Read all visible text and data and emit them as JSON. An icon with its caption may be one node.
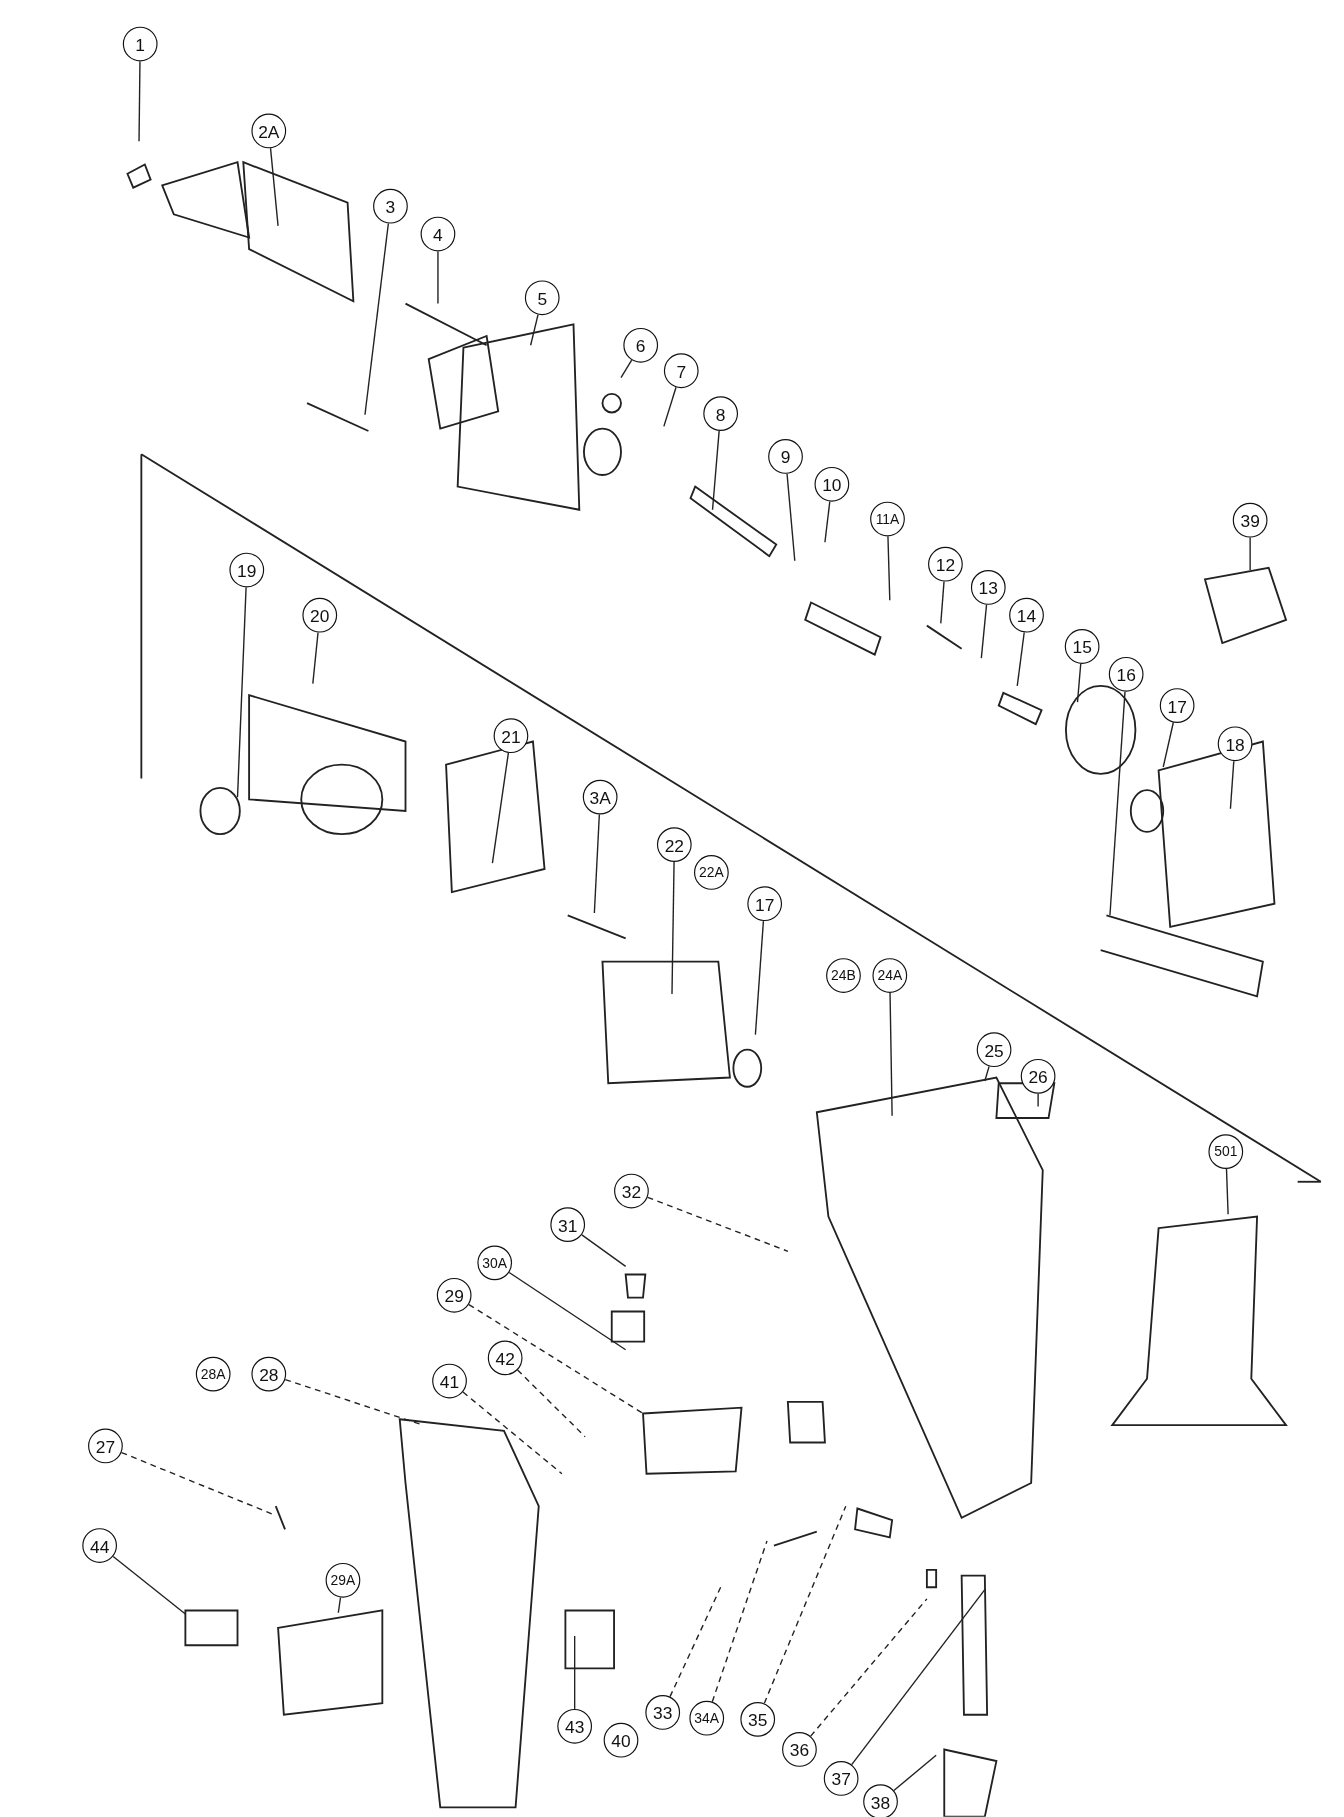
{
  "diagram": {
    "nodes": [
      {
        "text": [
          "1"
        ]
      },
      {
        "text": [
          "2A"
        ]
      },
      {
        "text": [
          "3"
        ]
      },
      {
        "text": [
          "4"
        ]
      },
      {
        "text": [
          "5"
        ]
      },
      {
        "text": [
          "6"
        ]
      },
      {
        "text": [
          "7"
        ]
      },
      {
        "text": [
          "8"
        ]
      },
      {
        "text": [
          "9"
        ]
      },
      {
        "text": [
          "10"
        ]
      },
      {
        "text": [
          "11A"
        ]
      },
      {
        "text": [
          "12"
        ]
      },
      {
        "text": [
          "13"
        ]
      },
      {
        "text": [
          "14"
        ]
      },
      {
        "text": [
          "39"
        ]
      },
      {
        "text": [
          "15"
        ]
      },
      {
        "text": [
          "16"
        ]
      },
      {
        "text": [
          "17"
        ]
      },
      {
        "text": [
          "18"
        ]
      },
      {
        "text": [
          "19"
        ]
      },
      {
        "text": [
          "20"
        ]
      },
      {
        "text": [
          "21"
        ]
      },
      {
        "text": [
          "3A"
        ]
      },
      {
        "text": [
          "22"
        ]
      },
      {
        "text": [
          "22A"
        ]
      },
      {
        "text": [
          "17"
        ]
      },
      {
        "text": [
          "24B"
        ]
      },
      {
        "text": [
          "24A"
        ]
      },
      {
        "text": [
          "25"
        ]
      },
      {
        "text": [
          "26"
        ]
      },
      {
        "text": [
          "501"
        ]
      },
      {
        "text": [
          "32"
        ]
      },
      {
        "text": [
          "31"
        ]
      },
      {
        "text": [
          "30A"
        ]
      },
      {
        "text": [
          "29"
        ]
      },
      {
        "text": [
          "42"
        ]
      },
      {
        "text": [
          "41"
        ]
      },
      {
        "text": [
          "28A"
        ]
      },
      {
        "text": [
          "28"
        ]
      },
      {
        "text": [
          "27"
        ]
      },
      {
        "text": [
          "44"
        ]
      },
      {
        "text": [
          "29A"
        ]
      },
      {
        "text": [
          "43"
        ]
      },
      {
        "text": [
          "40"
        ]
      },
      {
        "text": [
          "33"
        ]
      },
      {
        "text": [
          "34A"
        ]
      },
      {
        "text": [
          "35"
        ]
      },
      {
        "text": [
          "36"
        ]
      },
      {
        "text": [
          "37"
        ]
      },
      {
        "text": [
          "38"
        ]
      }
    ],
    "edges": [
      {
        "from": 0,
        "to": null,
        "arrow": "none"
      },
      {
        "from": 1,
        "to": null,
        "arrow": "none"
      },
      {
        "from": 2,
        "to": null,
        "arrow": "none"
      },
      {
        "from": 3,
        "to": null,
        "arrow": "none"
      },
      {
        "from": 4,
        "to": null,
        "arrow": "none"
      },
      {
        "from": 5,
        "to": null,
        "arrow": "none"
      },
      {
        "from": 6,
        "to": null,
        "arrow": "none"
      },
      {
        "from": 7,
        "to": null,
        "arrow": "none"
      },
      {
        "from": 8,
        "to": null,
        "arrow": "none"
      },
      {
        "from": 9,
        "to": null,
        "arrow": "none"
      },
      {
        "from": 10,
        "to": null,
        "arrow": "none"
      },
      {
        "from": 11,
        "to": null,
        "arrow": "none"
      },
      {
        "from": 12,
        "to": null,
        "arrow": "none"
      },
      {
        "from": 13,
        "to": null,
        "arrow": "none"
      },
      {
        "from": 14,
        "to": null,
        "arrow": "none"
      },
      {
        "from": 15,
        "to": null,
        "arrow": "none"
      },
      {
        "from": 16,
        "to": null,
        "arrow": "none"
      },
      {
        "from": 17,
        "to": null,
        "arrow": "none"
      },
      {
        "from": 18,
        "to": null,
        "arrow": "none"
      },
      {
        "from": 19,
        "to": null,
        "arrow": "none"
      },
      {
        "from": 20,
        "to": null,
        "arrow": "none"
      },
      {
        "from": 21,
        "to": null,
        "arrow": "none"
      },
      {
        "from": 22,
        "to": null,
        "arrow": "none"
      },
      {
        "from": 23,
        "to": null,
        "arrow": "none"
      },
      {
        "from": 25,
        "to": null,
        "arrow": "none"
      },
      {
        "from": 27,
        "to": null,
        "arrow": "none"
      },
      {
        "from": 28,
        "to": null,
        "arrow": "none"
      },
      {
        "from": 29,
        "to": null,
        "arrow": "none"
      },
      {
        "from": 30,
        "to": null,
        "arrow": "none"
      },
      {
        "from": 31,
        "to": null,
        "arrow": "none",
        "style": "dashed"
      },
      {
        "from": 32,
        "to": null,
        "arrow": "none"
      },
      {
        "from": 33,
        "to": null,
        "arrow": "none"
      },
      {
        "from": 34,
        "to": null,
        "arrow": "none",
        "style": "dashed"
      },
      {
        "from": 35,
        "to": null,
        "arrow": "none",
        "style": "dashed"
      },
      {
        "from": 36,
        "to": null,
        "arrow": "none",
        "style": "dashed"
      },
      {
        "from": 38,
        "to": null,
        "arrow": "none",
        "style": "dashed"
      },
      {
        "from": 39,
        "to": null,
        "arrow": "none",
        "style": "dashed"
      },
      {
        "from": 40,
        "to": null,
        "arrow": "none"
      },
      {
        "from": 41,
        "to": null,
        "arrow": "none"
      },
      {
        "from": 42,
        "to": null,
        "arrow": "none"
      },
      {
        "from": 44,
        "to": null,
        "arrow": "none",
        "style": "dashed"
      },
      {
        "from": 45,
        "to": null,
        "arrow": "none",
        "style": "dashed"
      },
      {
        "from": 46,
        "to": null,
        "arrow": "none",
        "style": "dashed"
      },
      {
        "from": 47,
        "to": null,
        "arrow": "none",
        "style": "dashed"
      },
      {
        "from": 48,
        "to": null,
        "arrow": "none"
      },
      {
        "from": 49,
        "to": null,
        "arrow": "none"
      }
    ]
  }
}
